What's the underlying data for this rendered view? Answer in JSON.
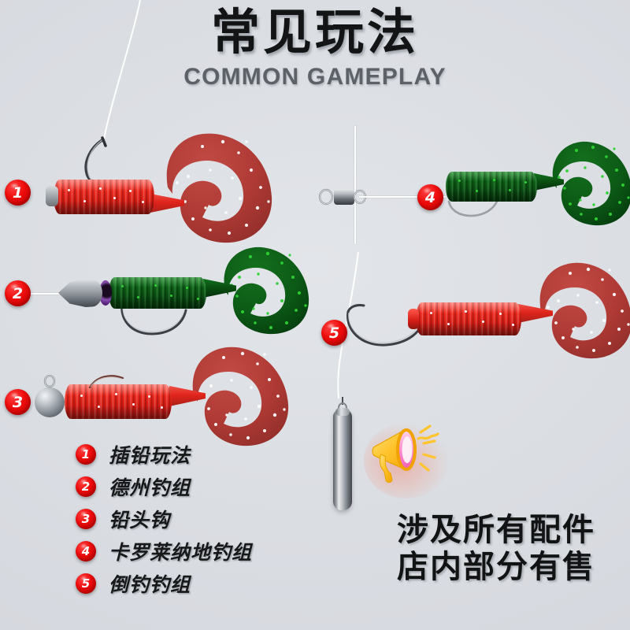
{
  "header": {
    "title_cn": "常见玩法",
    "title_en": "COMMON GAMEPLAY"
  },
  "colors": {
    "badge_red": "#ef0d0d",
    "worm_red_body": "#e8231a",
    "worm_red_tail": "#b33a36",
    "worm_green_body": "#0c5c17",
    "worm_green_flake": "#2fd134",
    "metal_gray": "#9aa0a6",
    "bead_purple": "#6b2f8f",
    "background": "#dcdfe4",
    "text_dark": "#131416",
    "text_en_gray": "#5d6268",
    "megaphone_yellow": "#ffc42e",
    "megaphone_pink": "#ff8fd0"
  },
  "diagrams": [
    {
      "number": "1",
      "name": "texas-weightless-rig",
      "worm_color": "red",
      "components": [
        "fishing-line",
        "offset-hook",
        "red-grub-worm",
        "curly-tail"
      ]
    },
    {
      "number": "2",
      "name": "texas-rig",
      "worm_color": "green",
      "components": [
        "fishing-line",
        "bullet-sinker",
        "purple-bead",
        "green-grub-worm",
        "offset-hook",
        "curly-tail"
      ]
    },
    {
      "number": "3",
      "name": "jig-head-rig",
      "worm_color": "red",
      "components": [
        "jig-head-ball",
        "eyelet",
        "hook",
        "red-grub-worm",
        "curly-tail"
      ]
    },
    {
      "number": "4",
      "name": "carolina-rig",
      "worm_color": "green",
      "components": [
        "main-line",
        "barrel-swivel",
        "leader-line",
        "green-grub-worm",
        "curly-tail"
      ]
    },
    {
      "number": "5",
      "name": "drop-shot-rig",
      "worm_color": "red",
      "components": [
        "main-line",
        "offset-hook",
        "red-grub-worm",
        "curly-tail",
        "drop-shot-weight"
      ]
    }
  ],
  "legend": {
    "items": [
      {
        "number": "1",
        "label": "插铅玩法"
      },
      {
        "number": "2",
        "label": "德州钓组"
      },
      {
        "number": "3",
        "label": "铅头钩"
      },
      {
        "number": "4",
        "label": "卡罗莱纳地钓组"
      },
      {
        "number": "5",
        "label": "倒钓钓组"
      }
    ]
  },
  "promo": {
    "icon": "megaphone-icon",
    "line1": "涉及所有配件",
    "line2": "店内部分有售"
  }
}
